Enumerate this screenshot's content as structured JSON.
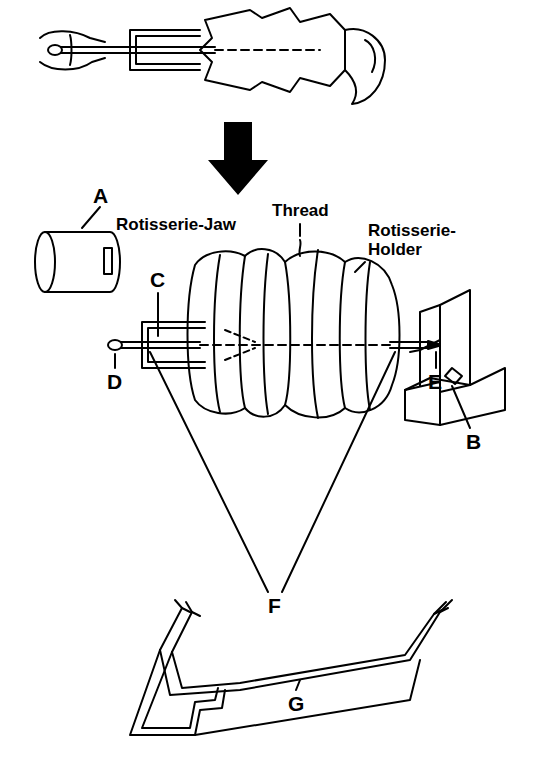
{
  "diagram": {
    "labels": [
      "A",
      "Rotisserie-Jaw",
      "C",
      "Thread",
      "Rotisserie-Holder",
      "B",
      "D",
      "E",
      "F",
      "G"
    ]
  }
}
